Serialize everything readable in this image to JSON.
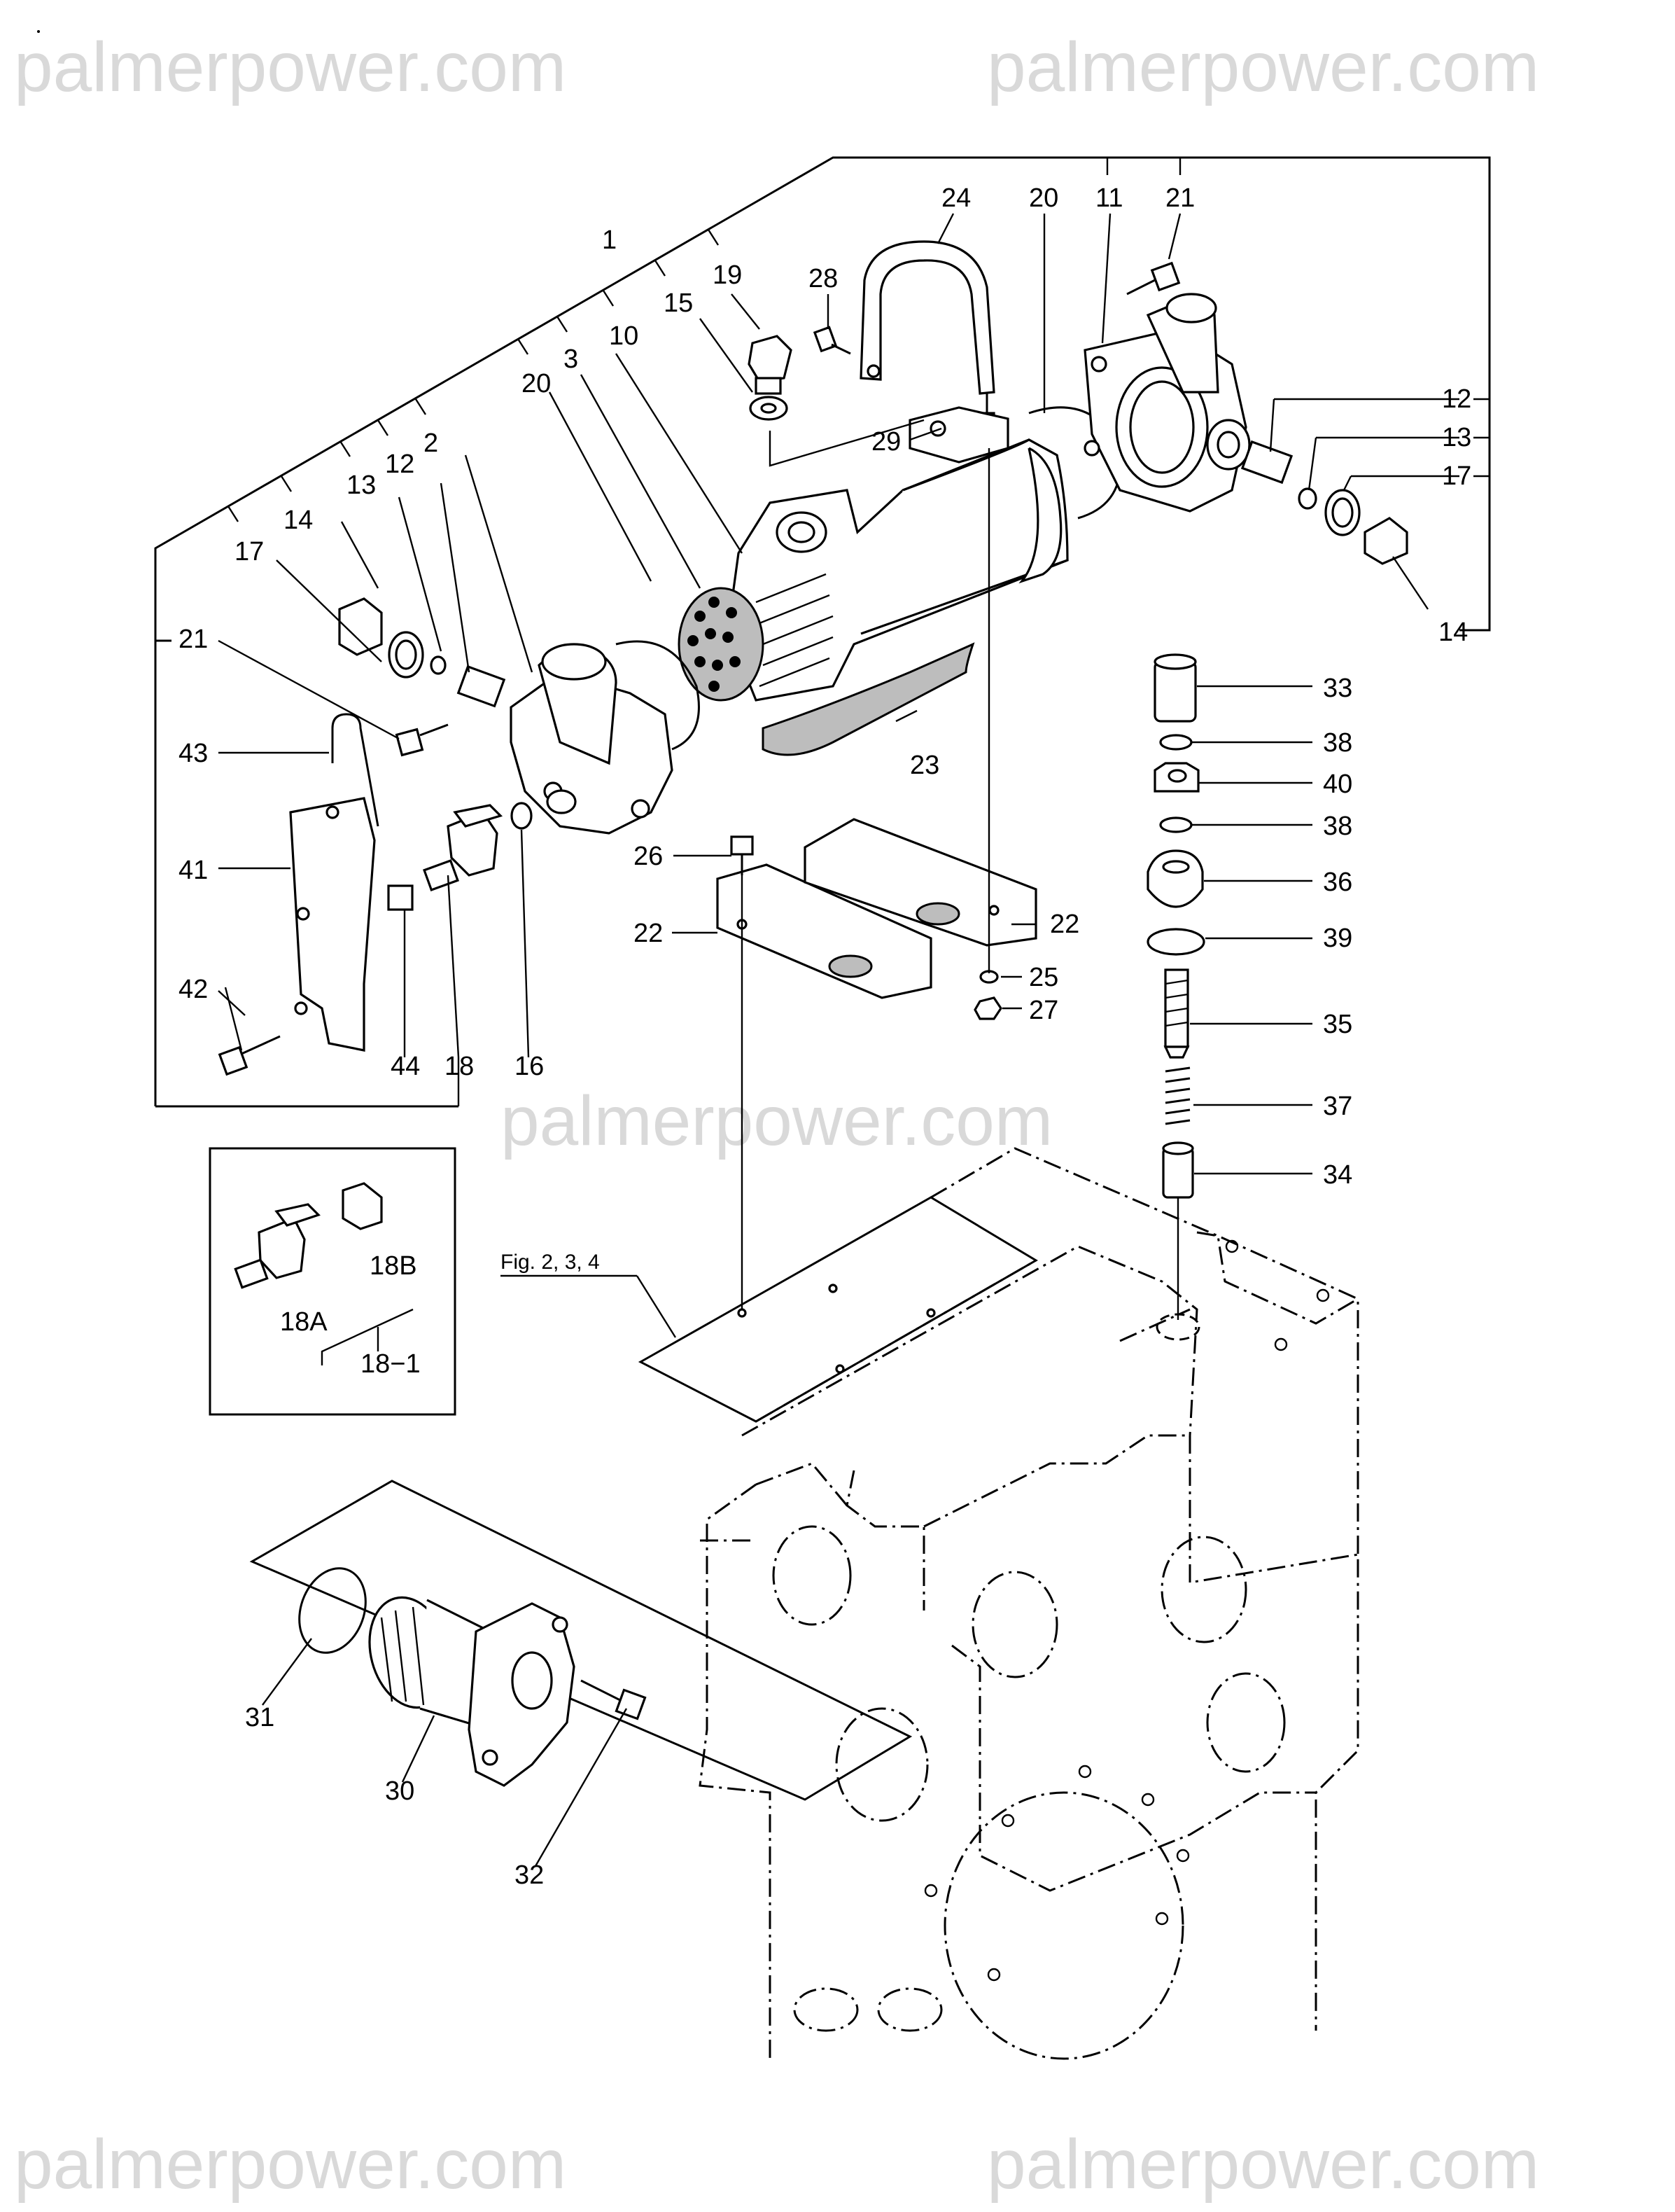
{
  "watermark": "palmerpower.com",
  "figure_ref": "Fig. 2, 3, 4",
  "labels": {
    "l1": "1",
    "l2": "2",
    "l3": "3",
    "l10": "10",
    "l11": "11",
    "l12_left": "12",
    "l12_right": "12",
    "l13_left": "13",
    "l13_right": "13",
    "l14_left": "14",
    "l14_right": "14",
    "l15": "15",
    "l16": "16",
    "l17_left": "17",
    "l17_right": "17",
    "l18": "18",
    "l18_1": "18−1",
    "l18a": "18A",
    "l18b": "18B",
    "l19": "19",
    "l20_left": "20",
    "l20_right": "20",
    "l21_left": "21",
    "l21_right": "21",
    "l22_left": "22",
    "l22_right": "22",
    "l23": "23",
    "l24": "24",
    "l25": "25",
    "l26": "26",
    "l27": "27",
    "l28": "28",
    "l29": "29",
    "l30": "30",
    "l31": "31",
    "l32": "32",
    "l33": "33",
    "l34": "34",
    "l35": "35",
    "l36": "36",
    "l37": "37",
    "l38_a": "38",
    "l38_b": "38",
    "l39": "39",
    "l40": "40",
    "l41": "41",
    "l42": "42",
    "l43": "43",
    "l44": "44"
  }
}
